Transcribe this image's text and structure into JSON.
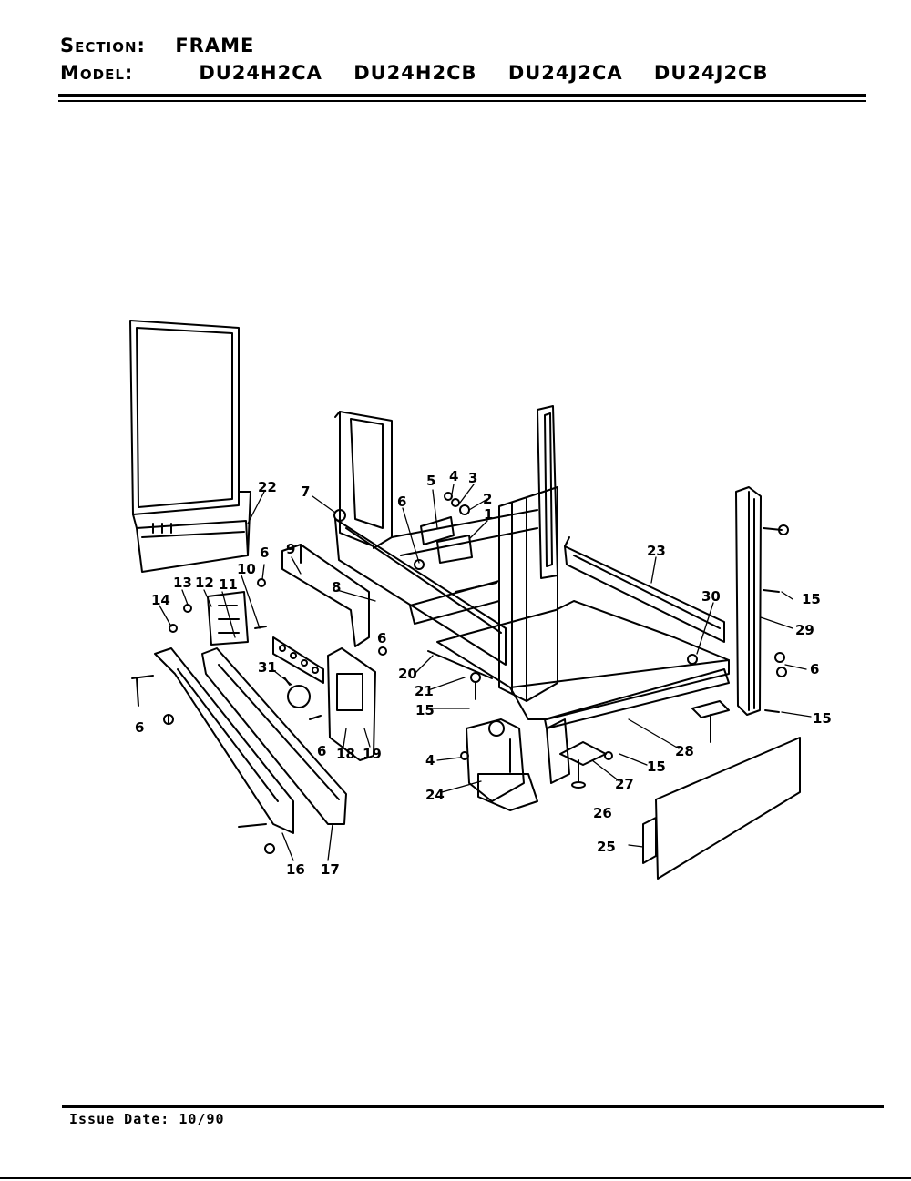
{
  "header": {
    "section_key": "Section:",
    "section_value": "FRAME",
    "model_key": "Model:",
    "models": [
      "DU24H2CA",
      "DU24H2CB",
      "DU24J2CA",
      "DU24J2CB"
    ]
  },
  "footer": {
    "issue_label": "Issue Date:",
    "issue_date": "10/90"
  },
  "callouts": [
    "1",
    "2",
    "3",
    "4",
    "5",
    "6",
    "7",
    "8",
    "9",
    "10",
    "11",
    "12",
    "13",
    "14",
    "15",
    "16",
    "17",
    "18",
    "19",
    "20",
    "21",
    "22",
    "23",
    "24",
    "25",
    "26",
    "27",
    "28",
    "29",
    "30",
    "31"
  ]
}
